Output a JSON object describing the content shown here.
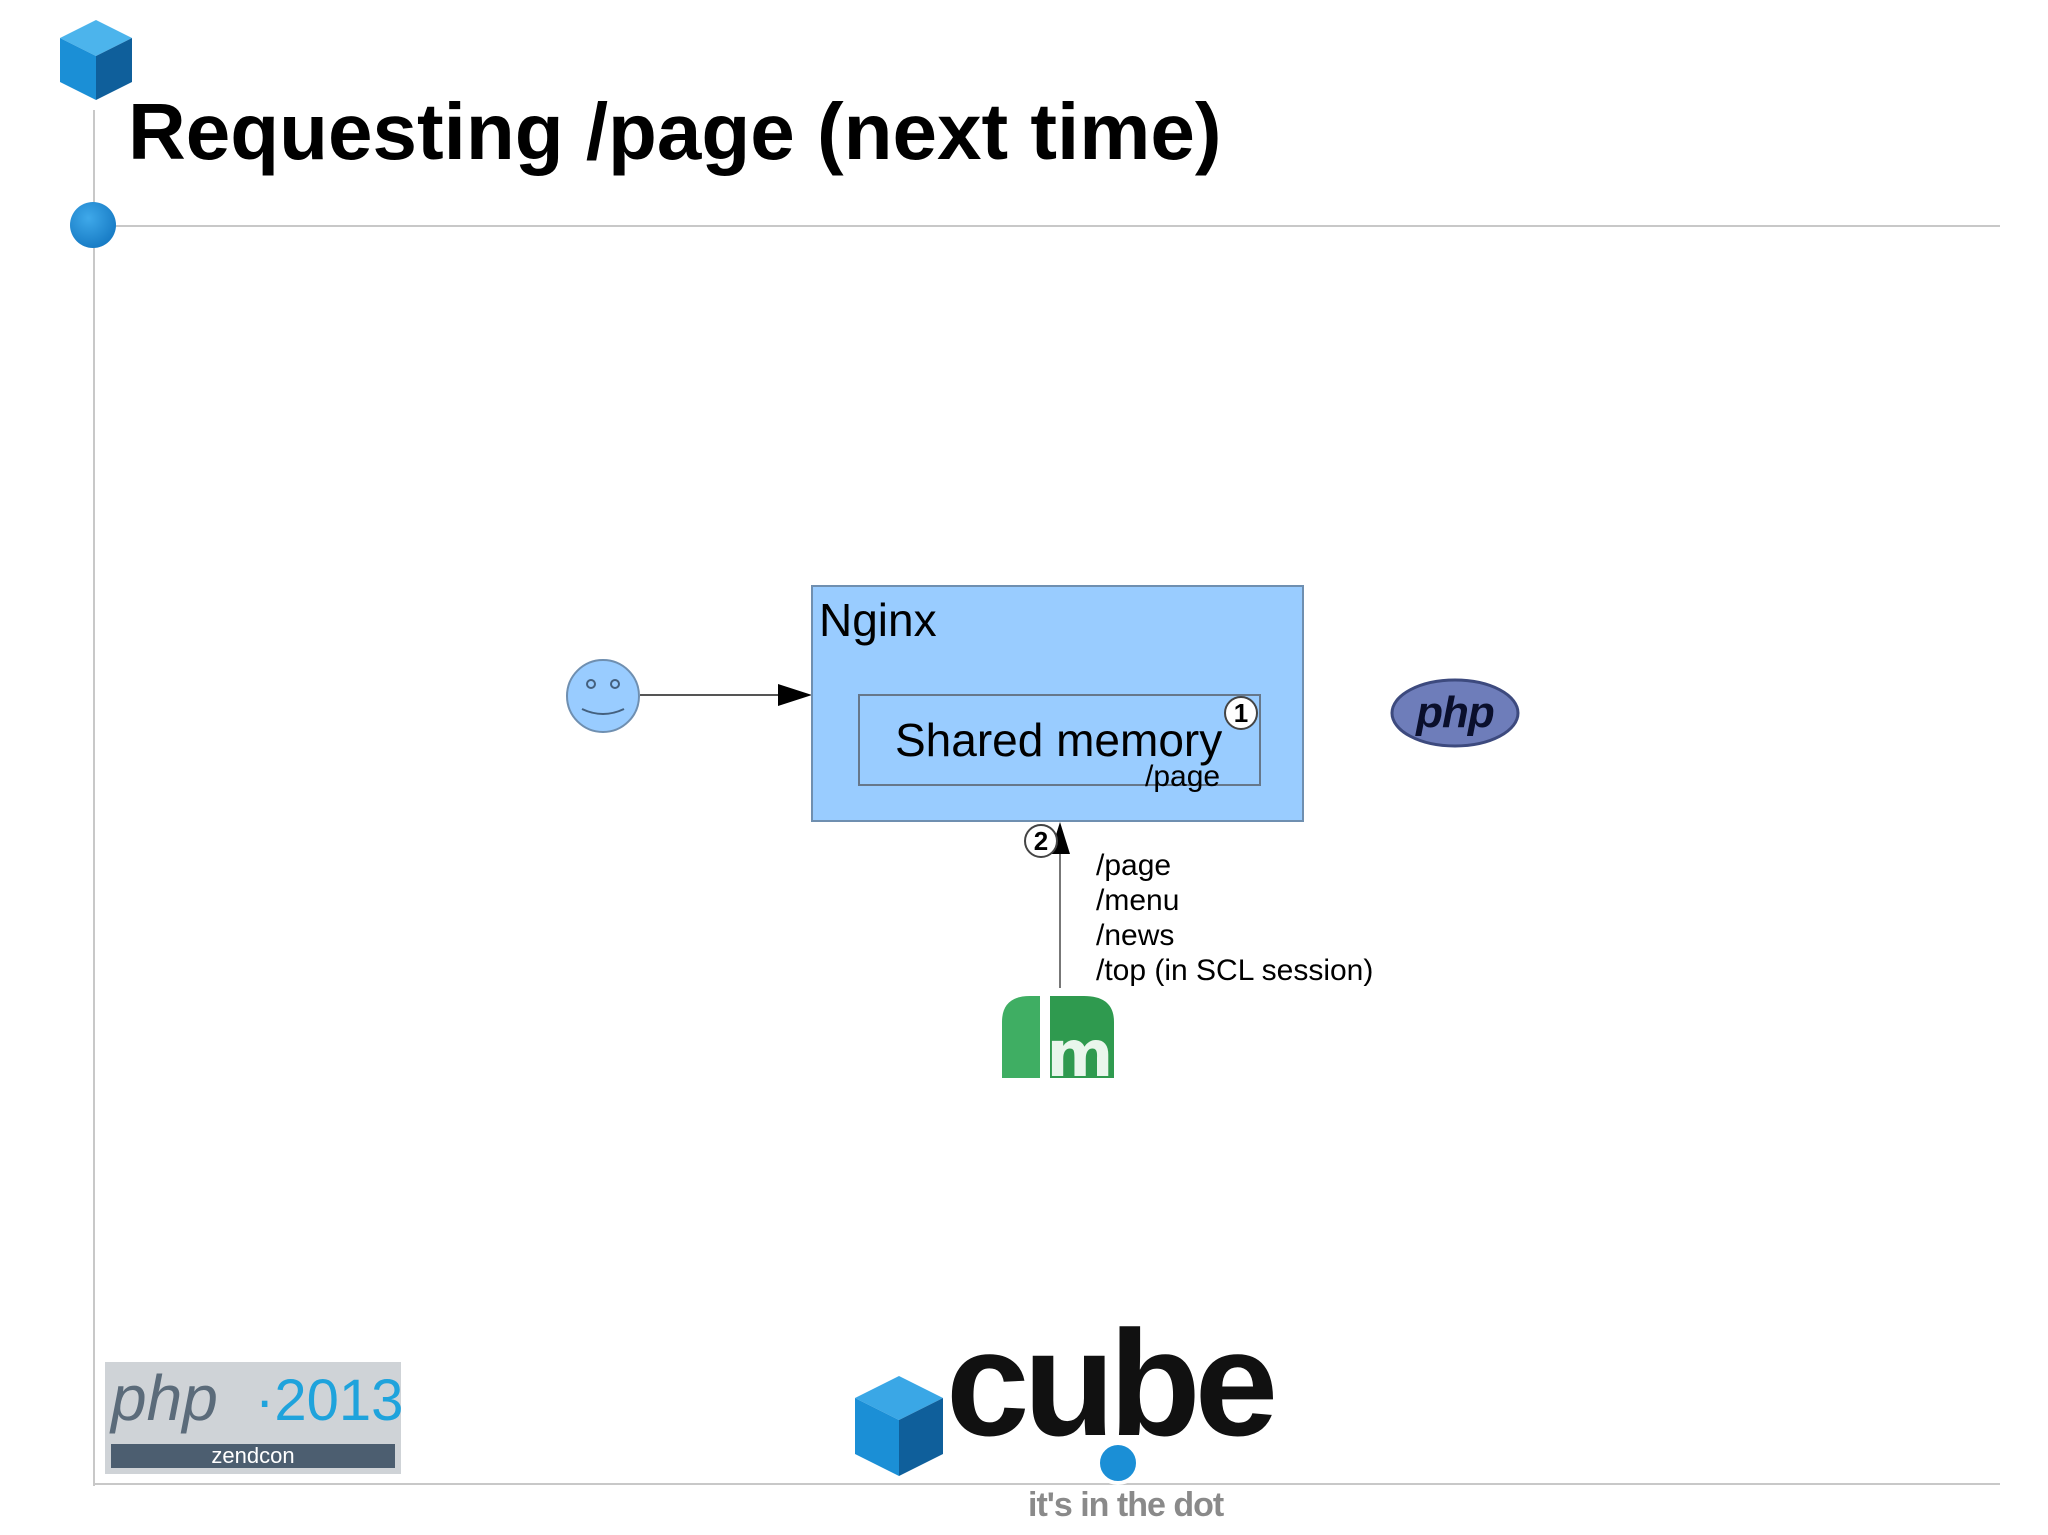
{
  "slide": {
    "title": "Requesting /page (next time)"
  },
  "diagram": {
    "nginx_label": "Nginx",
    "shared_memory_label": "Shared memory",
    "shared_memory_entry": "/page",
    "step_1": "1",
    "step_2": "2",
    "memcached_paths": [
      "/page",
      "/menu",
      "/news",
      "/top (in SCL session)"
    ],
    "php_logo_text": "php",
    "user_icon": "smiley-face-icon",
    "memcached_icon": "memcached-logo-icon"
  },
  "footer": {
    "zendcon_php": "php",
    "zendcon_year": "·2013",
    "zendcon_name": "zendcon",
    "cube_word": "cube",
    "cube_tagline": "it's in the dot"
  },
  "colors": {
    "nginx_fill": "#99ccff",
    "accent_blue": "#1b8fd6",
    "memcached_green": "#2f9a4f",
    "php_purple": "#6e7dba"
  }
}
